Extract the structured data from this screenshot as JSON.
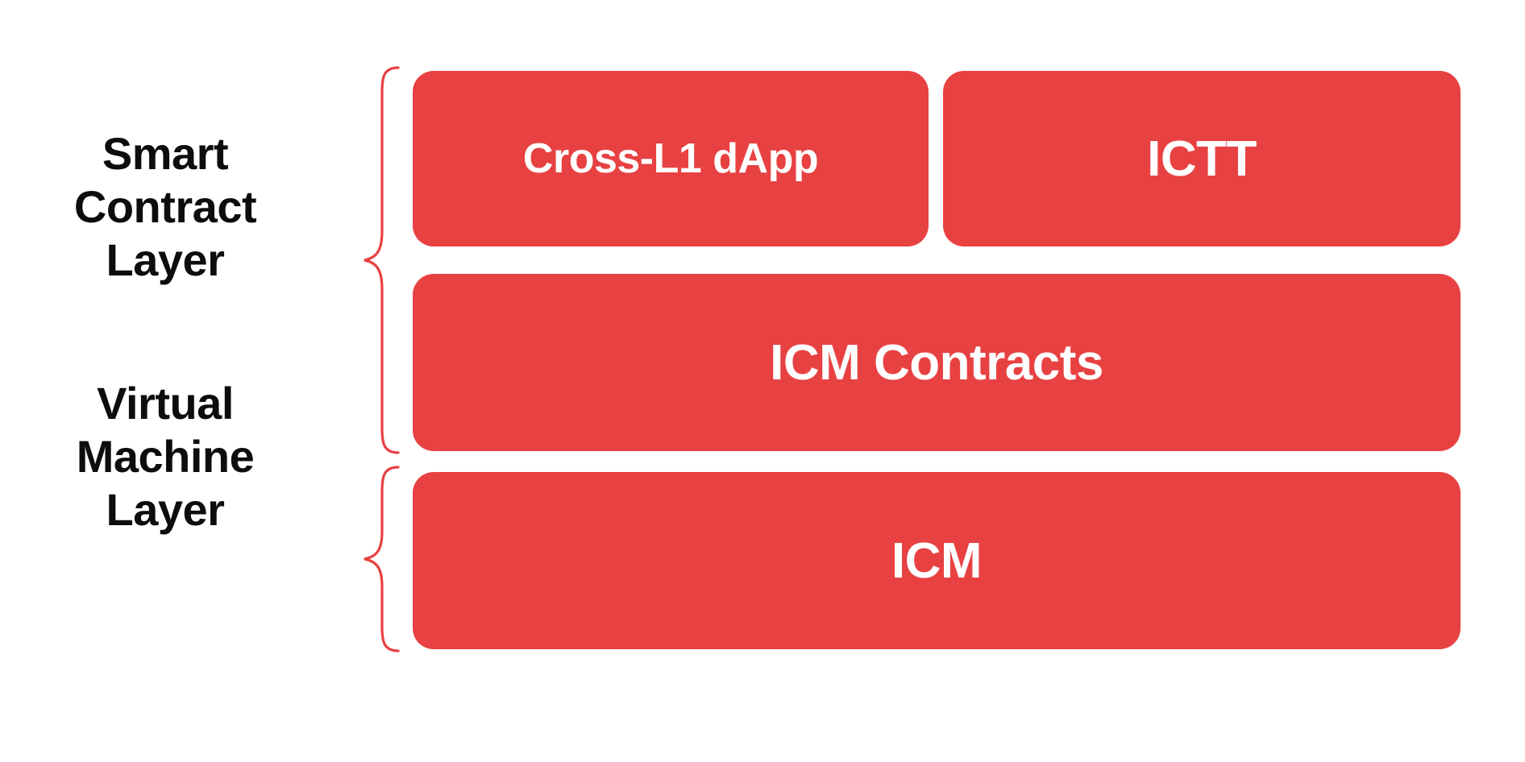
{
  "diagram": {
    "title": "Smart Contract Layer and Virtual Machine Layer stack",
    "background_color": "#FFFFFF",
    "accent_color": "#E84142",
    "box_text_color": "#FFFFFF",
    "label_text_color": "#0D0D0D",
    "groups": [
      {
        "id": "smart-contract-layer",
        "label": "Smart\nContract\nLayer",
        "brace_color": "#E84142",
        "rows": [
          {
            "id": "row-apps",
            "boxes": [
              {
                "id": "cross-l1-dapp",
                "label": "Cross-L1 dApp"
              },
              {
                "id": "ictt",
                "label": "ICTT"
              }
            ]
          },
          {
            "id": "row-icm-contracts",
            "boxes": [
              {
                "id": "icm-contracts",
                "label": "ICM Contracts"
              }
            ]
          }
        ]
      },
      {
        "id": "virtual-machine-layer",
        "label": "Virtual\nMachine\nLayer",
        "brace_color": "#E84142",
        "rows": [
          {
            "id": "row-icm",
            "boxes": [
              {
                "id": "icm",
                "label": "ICM"
              }
            ]
          }
        ]
      }
    ]
  }
}
